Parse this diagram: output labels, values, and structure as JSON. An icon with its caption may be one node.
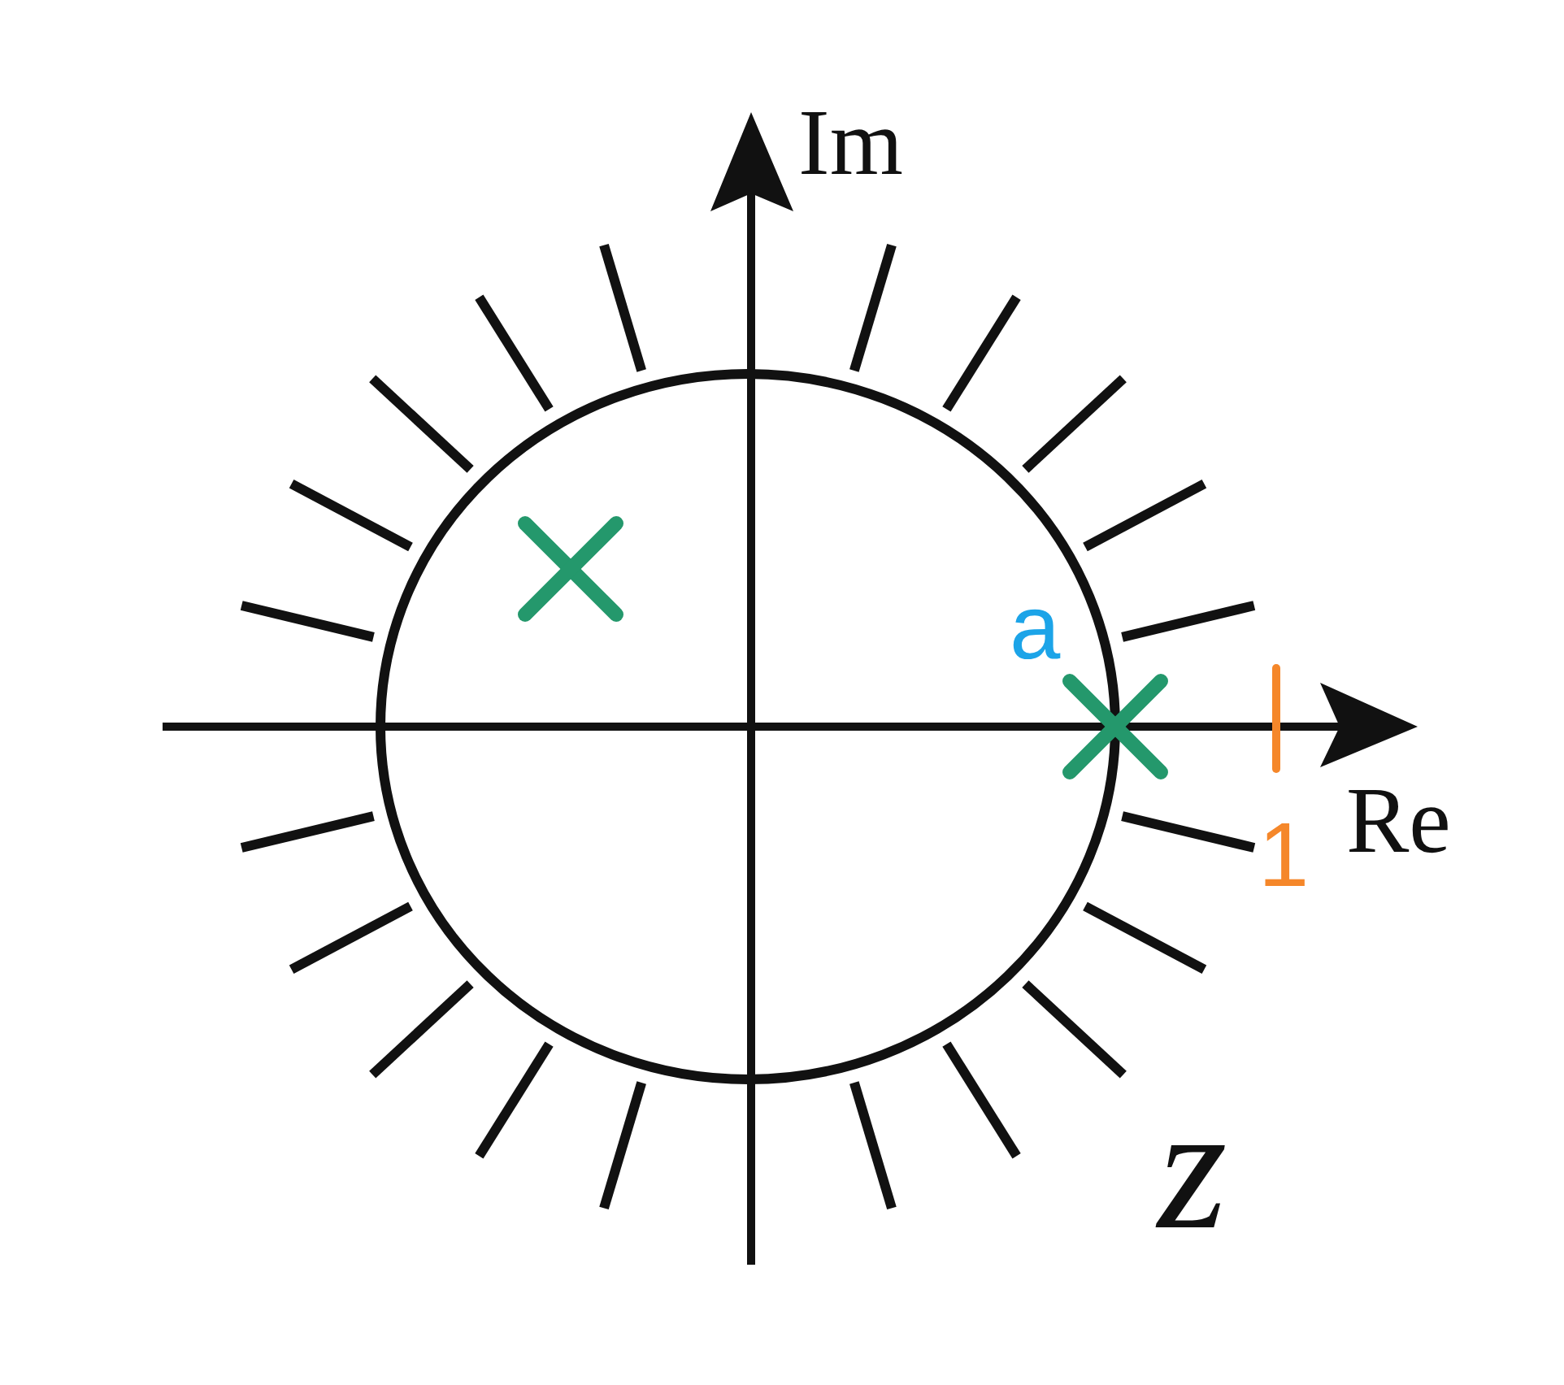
{
  "diagram": {
    "labels": [
      "Im",
      "a",
      "1",
      "Re",
      "z"
    ]
  }
}
